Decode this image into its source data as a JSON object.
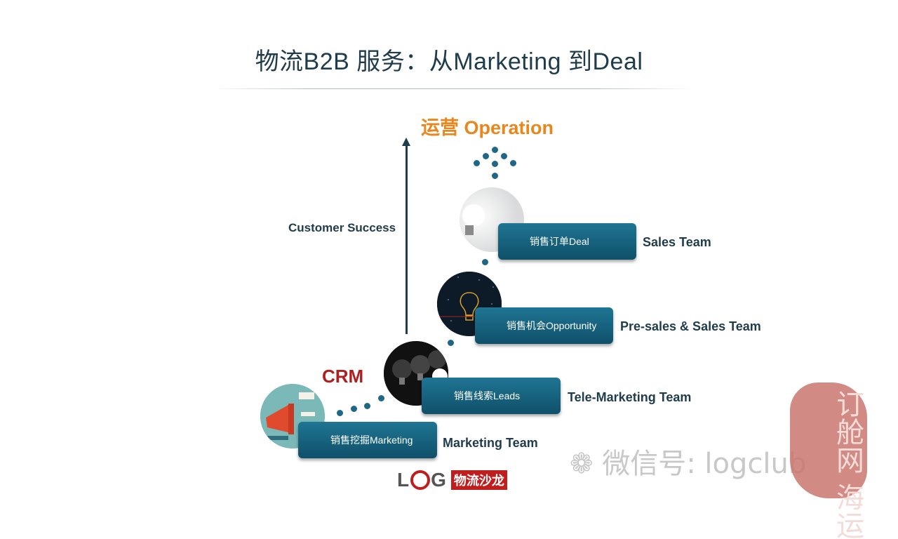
{
  "title": "物流B2B 服务：从Marketing 到Deal",
  "operation_label": "运营 Operation",
  "axis_label": "Customer Success",
  "crm_label": "CRM",
  "stages": [
    {
      "box_label": "销售挖掘Marketing",
      "team": "Marketing Team"
    },
    {
      "box_label": "销售线索Leads",
      "team": "Tele-Marketing Team"
    },
    {
      "box_label": "销售机会Opportunity",
      "team": "Pre-sales & Sales Team"
    },
    {
      "box_label": "销售订单Deal",
      "team": "Sales Team"
    }
  ],
  "footer_logo": {
    "letters": [
      "L",
      "G"
    ],
    "cn": "物流沙龙"
  },
  "watermark": "微信号: logclub",
  "seal_text": "订舱网 海运",
  "colors": {
    "accent_orange": "#e9861c",
    "crm_red": "#b01e1e",
    "box_blue": "#17627f",
    "text_dark": "#1f3c4c"
  }
}
